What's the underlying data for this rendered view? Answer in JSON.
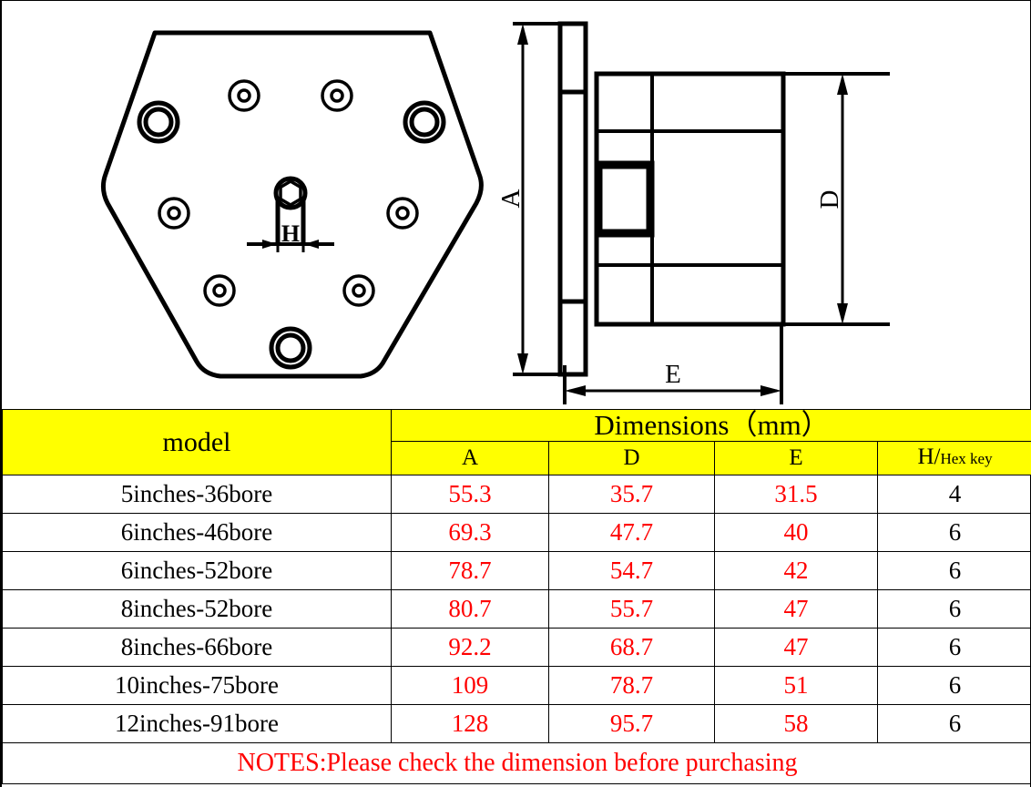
{
  "drawing": {
    "front_view": {
      "name": "flange-front-view",
      "center_feature_label": "H",
      "large_hole_count": 3,
      "small_hole_count": 6
    },
    "side_view": {
      "name": "hub-side-view",
      "dimension_labels": {
        "a": "A",
        "d": "D",
        "e": "E"
      }
    }
  },
  "table": {
    "header": {
      "model": "model",
      "dimensions": "Dimensions（mm）",
      "sub": {
        "a": "A",
        "d": "D",
        "e": "E",
        "h_lead": "H/",
        "h_rest": "Hex key"
      }
    },
    "rows": [
      {
        "model": "5inches-36bore",
        "a": "55.3",
        "d": "35.7",
        "e": "31.5",
        "h": "4"
      },
      {
        "model": "6inches-46bore",
        "a": "69.3",
        "d": "47.7",
        "e": "40",
        "h": "6"
      },
      {
        "model": "6inches-52bore",
        "a": "78.7",
        "d": "54.7",
        "e": "42",
        "h": "6"
      },
      {
        "model": "8inches-52bore",
        "a": "80.7",
        "d": "55.7",
        "e": "47",
        "h": "6"
      },
      {
        "model": "8inches-66bore",
        "a": "92.2",
        "d": "68.7",
        "e": "47",
        "h": "6"
      },
      {
        "model": "10inches-75bore",
        "a": "109",
        "d": "78.7",
        "e": "51",
        "h": "6"
      },
      {
        "model": "12inches-91bore",
        "a": "128",
        "d": "95.7",
        "e": "58",
        "h": "6"
      }
    ],
    "notes": "NOTES:Please check the dimension before purchasing"
  },
  "colors": {
    "header_background": "#ffff00",
    "value_text": "#ff0000",
    "line": "#000000",
    "notes_text": "#ff0000"
  }
}
